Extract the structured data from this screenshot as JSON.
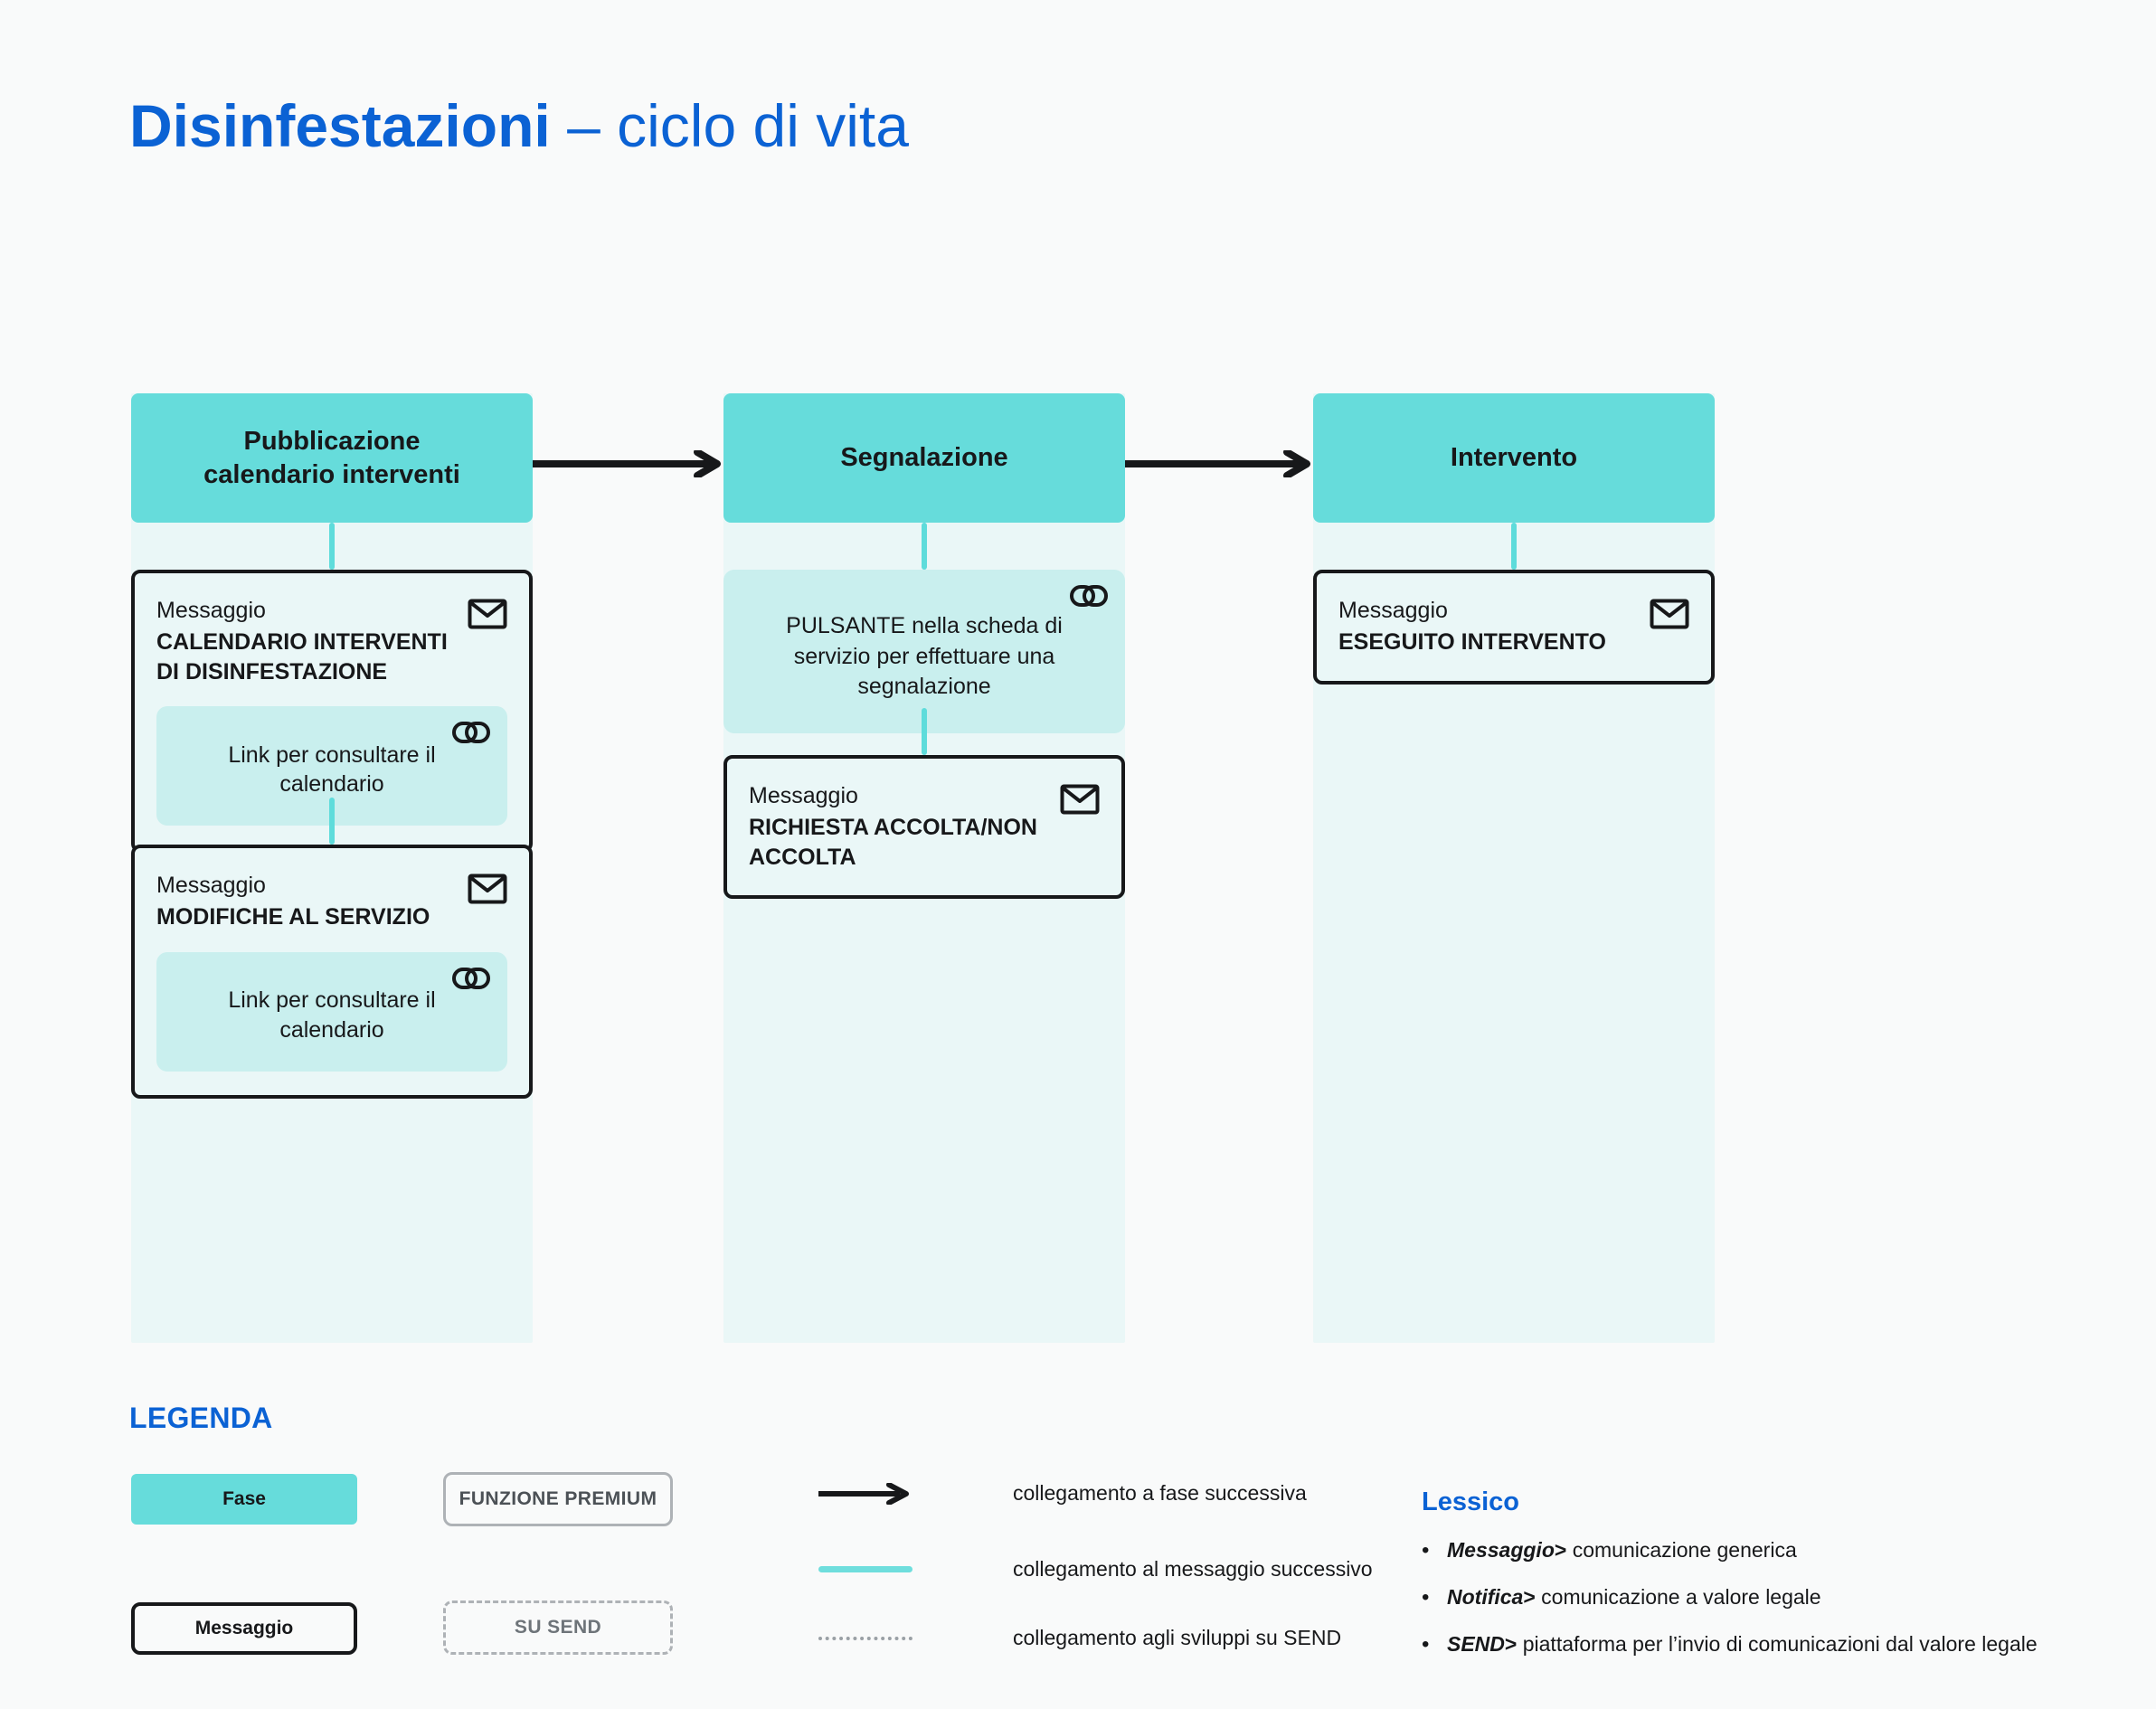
{
  "title": {
    "strong": "Disinfestazioni",
    "light": " – ciclo di vita"
  },
  "colors": {
    "page_bg": "#F9FAFA",
    "accent_blue": "#0B62D4",
    "phase_teal": "#66DCDB",
    "column_bg": "#EAF7F7",
    "chip_teal": "#C9EFEE",
    "connector_teal": "#5EDCDB",
    "ink": "#17181A",
    "grey_border": "#AEB2B6"
  },
  "flow": {
    "columns": [
      {
        "phase_label": "Pubblicazione\ncalendario interventi",
        "phase_label_line1": "Pubblicazione",
        "phase_label_line2": "calendario interventi",
        "cards": [
          {
            "kind": "Messaggio",
            "title": "CALENDARIO INTERVENTI DI DISINFESTAZIONE",
            "icon": "envelope-icon",
            "chip": {
              "text": "Link per consultare il calendario",
              "icon": "link-chain-icon"
            }
          },
          {
            "kind": "Messaggio",
            "title": "MODIFICHE AL SERVIZIO",
            "icon": "envelope-icon",
            "chip": {
              "text": "Link per consultare il calendario",
              "icon": "link-chain-icon"
            }
          }
        ]
      },
      {
        "phase_label_line1": "Segnalazione",
        "phase_label_line2": "",
        "func_chip": {
          "text": "PULSANTE nella scheda di servizio per effettuare una segnalazione",
          "icon": "link-chain-icon"
        },
        "cards": [
          {
            "kind": "Messaggio",
            "title": "RICHIESTA ACCOLTA/NON ACCOLTA",
            "icon": "envelope-icon"
          }
        ]
      },
      {
        "phase_label_line1": "Intervento",
        "phase_label_line2": "",
        "cards": [
          {
            "kind": "Messaggio",
            "title": "ESEGUITO INTERVENTO",
            "icon": "envelope-icon"
          }
        ]
      }
    ]
  },
  "legend": {
    "title": "LEGENDA",
    "swatches": [
      {
        "label": "Fase",
        "style": "filled-teal"
      },
      {
        "label": "Messaggio",
        "style": "black-outline"
      },
      {
        "label": "FUNZIONE PREMIUM",
        "style": "grey-outline"
      },
      {
        "label": "SU SEND",
        "style": "grey-dashed"
      }
    ],
    "lines": [
      {
        "key": "arrow-black",
        "text": "collegamento a fase successiva"
      },
      {
        "key": "line-teal",
        "text": "collegamento al messaggio successivo"
      },
      {
        "key": "line-dotted",
        "text": "collegamento agli sviluppi su SEND"
      }
    ],
    "lessico": {
      "title": "Lessico",
      "items": [
        {
          "term": "Messaggio",
          "gt": ">",
          "definition": " comunicazione generica"
        },
        {
          "term": "Notifica",
          "gt": ">",
          "definition": " comunicazione a valore legale"
        },
        {
          "term": "SEND",
          "gt": ">",
          "definition": " piattaforma per  l’invio di comunicazioni dal valore legale"
        }
      ]
    }
  }
}
